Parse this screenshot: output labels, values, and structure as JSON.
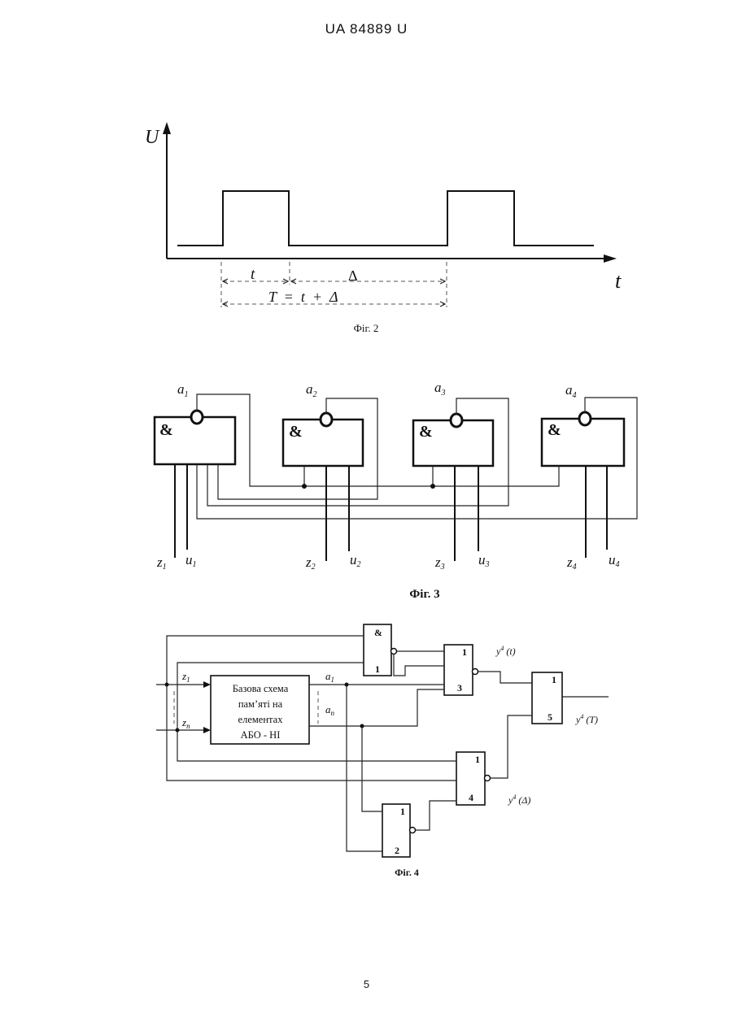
{
  "header": {
    "patent_id": "UA   84889   U"
  },
  "page_number": "5",
  "figure2": {
    "caption": "Фіг. 2",
    "y_label": "U",
    "x_label": "t",
    "pulse_width_label": "t",
    "gap_label": "Δ",
    "period_label": "T  =  t  +  Δ"
  },
  "figure3": {
    "caption": "Фіг. 3",
    "and_symbol": "&",
    "outputs": [
      "a",
      "a",
      "a",
      "a"
    ],
    "output_indices": [
      "1",
      "2",
      "3",
      "4"
    ],
    "inputs_z": [
      "z",
      "z",
      "z",
      "z"
    ],
    "inputs_u": [
      "u",
      "u",
      "u",
      "u"
    ],
    "input_indices": [
      "1",
      "2",
      "3",
      "4"
    ]
  },
  "figure4": {
    "caption": "Фіг. 4",
    "base_block_lines": [
      "Базова схема",
      "пам’яті на",
      "елементах",
      "АБО - НІ"
    ],
    "input_z1": "z",
    "input_z1_sub": "1",
    "input_zn": "z",
    "input_zn_sub": "n",
    "output_a1": "a",
    "output_a1_sub": "1",
    "output_an": "a",
    "output_an_sub": "n",
    "gate_and_symbol": "&",
    "gate_and_number": "1",
    "gate3_symbol": "1",
    "gate3_number": "3",
    "gate5_symbol": "1",
    "gate5_number": "5",
    "gate4_symbol": "1",
    "gate4_number": "4",
    "gate2_symbol": "1",
    "gate2_number": "2",
    "out_yt": "y",
    "out_yt_sup": "4",
    "out_yt_arg": " (t)",
    "out_yT": "y",
    "out_yT_sup": "4",
    "out_yT_arg": " (T)",
    "out_yD": "y",
    "out_yD_sup": "4",
    "out_yD_arg": " (Δ)"
  }
}
